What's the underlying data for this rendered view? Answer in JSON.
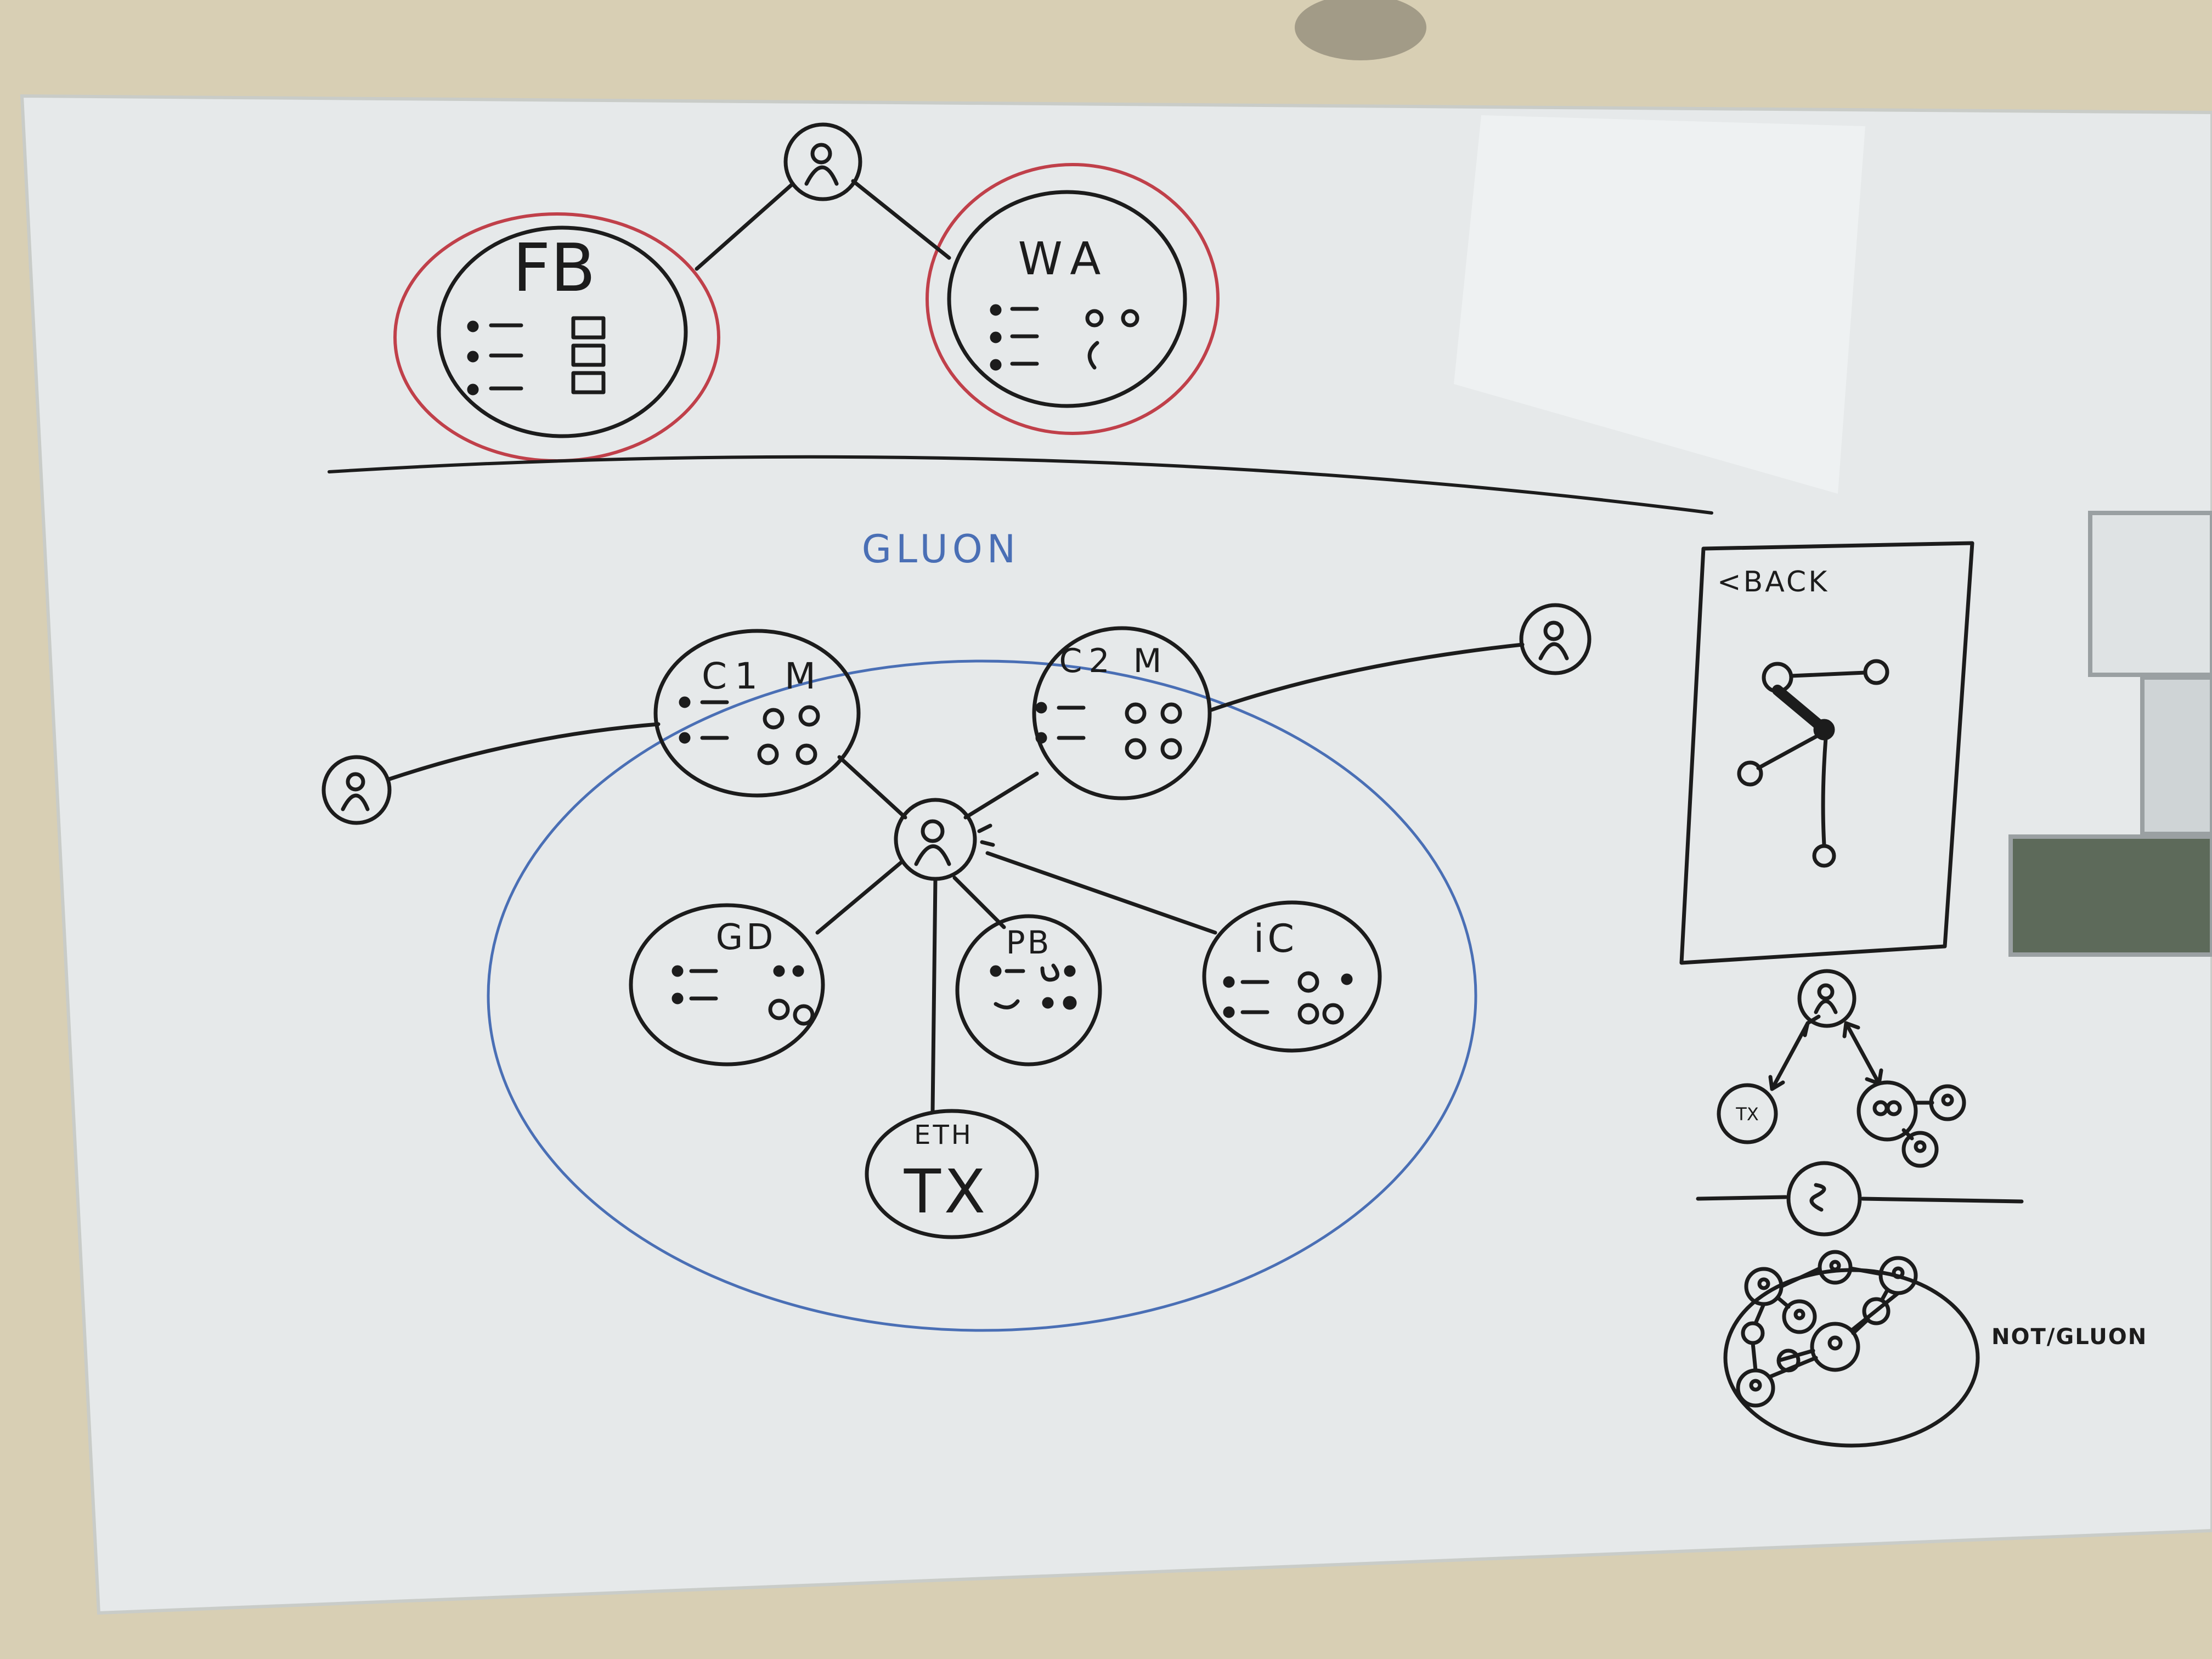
{
  "colors": {
    "wall": "#d8cfb4",
    "board": "#e9ecee",
    "board_frame": "#c9ccc8",
    "ink_black": "#1c1c1c",
    "ink_red": "#c0404a",
    "ink_blue": "#4a6fb5"
  },
  "top": {
    "fb": {
      "label": "FB"
    },
    "wa": {
      "label": "WA"
    },
    "hub_icon": "person-node-icon"
  },
  "gluon": {
    "title": "GLUON",
    "hub_icon": "person-node-icon",
    "outer_left_icon": "person-node-icon",
    "outer_right_icon": "person-node-icon",
    "clusters": {
      "c1m": {
        "label": "C1 M"
      },
      "c2m": {
        "label": "C2 M"
      },
      "gd": {
        "label": "GD"
      },
      "pb": {
        "label": "PB"
      },
      "ic": {
        "label": "iC"
      },
      "eth": {
        "small": "ETH",
        "label": "TX"
      }
    }
  },
  "back_panel": {
    "label": "<BACK"
  },
  "sidebar": {
    "tx_label": "TX",
    "bottom_label": "NOT/GLUON"
  }
}
